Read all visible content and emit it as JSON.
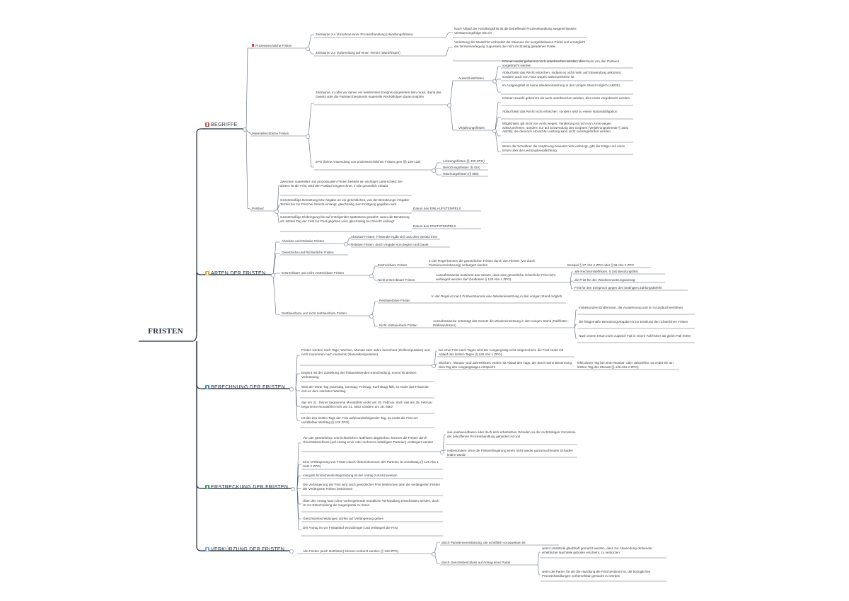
{
  "root": "FRISTEN",
  "colors": {
    "line": "#1f2e3d",
    "thin": "#556677",
    "begriffe": "#d94a3b",
    "arten": "#f0a030",
    "berechnung": "#4a86c8",
    "erstreckung": "#3aa055",
    "verkuerzung": "#7aa6d6"
  },
  "branches": {
    "begriffe": "BEGRIFFE",
    "arten": "ARTEN DER FRISTEN",
    "berechnung": "BERECHNUNG DER FRISTEN",
    "erstreckung": "ERSTRECKUNG DER FRISTEN",
    "verkuerzung": "VERKÜRZUNG DER FRISTEN"
  },
  "begriffe": {
    "prozess": "Prozessrechtliche Fristen",
    "p1": "Zeiträume zur Vornahme einer Prozesshandlung (Handlungsfristen)",
    "p1a": "Nach Ablauf der Handlungsfrist ist die betreffende Prozesshandlung ausgeschlossen: Versäumungsfolge tritt ein",
    "p2": "Zeiträume zur Vorbereitung auf einen Termin (Wartefristen)",
    "p2a": "Verletzung der Wartefrist verhindert die Säumnis der ausgebliebenen Partei und ermöglicht die Terminsverlegung zugunsten der nicht rechtzeitig geladenen Partei",
    "materiell": "Materiellrechtliche Fristen",
    "m1": "Zeiträume, in oder vor denen ein bestimmtes Ereignis eingetreten sein muss, damit das Gesetz oder die Parteien bestimmte materielle Rechtsfolgen daran knüpfen",
    "ausschluss": "Ausschlussfristen",
    "a1": "Können weder gehemmt noch unterbrochen werden; dies muss von den Parteien vorgebracht werden",
    "a2": "Ablauf lässt das Recht erlöschen, sodass es nicht mehr auf Einwendung ankommt, sondern auch von Amts wegen wahrzunehmen ist",
    "a3": "im Ausgangsfall ist keine Wiedereinsetzung in den vorigen Stand möglich (ABGB)",
    "verjaehrung": "Verjährungsfristen",
    "v1": "Können sowohl gehemmt als auch unterbrochen werden; dies muss vorgebracht werden",
    "v2": "Ablauf lässt das Recht nicht erlöschen, sondern wird zu einem Naturalobligation",
    "v3": "Möglichkeit, gilt nicht von Amts wegen; Verjährung ist nicht von Amts wegen wahrzunehmen, sondern nur auf Einwendung des Gegners (Verjährungseinrede § 1501 ABGB); die dennoch erbrachte Leistung kann nicht zurückgefordert werden",
    "v4": "Wenn der Schuldner die Verjährung bewusst nicht einbringt, gibt der Kläger auf einen Irrtum über die Leistungsverpflichtung",
    "zpo": "ZPO (keine Anwendung von prozessrechtlichen Fristen gem §§ 125-129)",
    "z1": "Leistungsfristen (§ 409 ZPO)",
    "z2": "Benützungsfristen (§ 434)",
    "z3": "Räumungsfristen (§ 580)",
    "postlauf": "Postlauf",
    "pl0": "Zwischen materieller und prozessualen Fristen besteht ein wichtiger Unterschied: bei diesen ist die Frist, wird der Postlauf eingerechnet, in die gesetzlich erlaubt",
    "pl1": "Gesetzmäßige Benützung bzw Abgabe an ein gerichtliches, von der Benützungs-/Abgabe-Termin bis zur Frist bei Gericht einlangt, gleichzeitig zum Postgang gegeben wird",
    "pl1a": "Datum des EINLAUFSTEMPELS",
    "pl2": "Gesetzmäßige Einbringung bis auf ersteigender spätestens gewahrt; wenn die Benützung am letzten Tag der Frist zur Post gegeben wird, gleichzeitig bei Gericht einlangt",
    "pl2a": "Datum des POSTSTEMPELS"
  },
  "arten": {
    "absolut": "Absolute und Relative Fristen",
    "ab1": "Absolute Fristen: Fristende ergibt sich aus dem Gesetz ihrer",
    "ab2": "Relative Fristen: durch Angabe von Beginn und Dauer",
    "gesetzlich": "Gesetzliche und Richterliche Fristen",
    "erstreckbar": "Erstreckbare und nicht erstreckbare Fristen",
    "e1": "Erstreckbare Fristen",
    "e1a": "In der Regel können die gesetzlichen Fristen durch den Richter (vor durch Parteienvereinbarung) verlängert werden",
    "e1b": "Beispiel § 37 Abs 2 ZPO oder § 83 Abs 2 ZPO",
    "e2": "Nicht erstreckbare Fristen",
    "e2a": "Ausnahmsweise bestimmt das Gesetz, dass eine gesetzliche richterliche Frist nicht verlängert werden darf (Notfristen § 128 Abs 1 ZPO)",
    "e2b": "alle Rechtsmittelfristen, § 180 Berufungsfrist",
    "e2c": "die Frist für den Wiedereinsetzungsantrag",
    "e2d": "Frist für den Einspruch gegen den bedingten Zahlungsbefehl",
    "restituierbar": "Restituierbare und nicht restituierbare Fristen",
    "r1": "Restituierbare Fristen",
    "r1a": "In der Regel ist nach Fristversäumnis eine Wiedereinsetzung in den vorigen Stand möglich",
    "r2": "Nicht restituierbare Fristen",
    "r2a": "Ausnahmsweise untersagt das Gesetz die Wiedereinsetzung in den vorigen Stand (Fallfristen - Präklusivfristen)",
    "r2b": "Insbesondere Endtermine, der Ausdehnung und im Grundbuchverfahren",
    "r2c": "die fristgemäße Benützung/Abgabe ist zur Erteilung der richterlichen Fristen",
    "r2d": "Nach einem Irrtum nicht zugleich Fall in einem Fall früher als gleich Fall früher"
  },
  "berechnung": {
    "b1": "Fristen werden nach Tage, Wochen, Monate oder Jahre berechnet (Zivilkomputation) und nicht momentan nach moments (Naturalkomputation)",
    "b1a": "bei einer Frist nach Tagen wird der Ausgangstag nicht mitgerechnet, die Frist endet mit Ablauf des letzten Tages (§ 125 Abs 1 ZPO)",
    "b1b": "Wochen-, Monats- und Jahresfristen enden mit Ablauf des Tags, der durch seine Benennung dem Tag des Ausgangstages entspricht",
    "b1c": "fehlt dieser Tag bei einer Monats- oder Jahresfrist, so endet sie am letzten Tag des Monats (§ 125 Abs 2 ZPO)",
    "b2": "beginnt mit der Zustellung des fristauslösenden Entscheidung, sonst mit dessen Verkündung",
    "b3": "Wird der letzte Tag (Samstag, Sonntag, Feiertag, Karfreitag) fällt, so endet das Fristende erst an dem nächsten Werktag",
    "b4": "das am 31. Jänner begonnene Monatsfrist endet am 28. Februar, doch das am 28. Februar begonnene Monatsfrist nicht am 31. März sondern am 28. März",
    "b5": "Ist das des letzten Tags der Frist aufeinanderfolgender Tag, so endet die Frist am unmittelbar Werktag (§ 126 ZPO)"
  },
  "erstreckung": {
    "s1": "Von der gesetzlichen und richterlichen Notfristen abgesehen, können die Fristen durch Gerichtsbeschluss (auf Antrag einer oder mehreren beteiligten Parteien) verlängert werden",
    "s1a": "aus unabwendbaren oder doch sehr erheblichen Gründen an der rechtzeitigen Vornahme der betroffenen Prozesshandlung gehindert ist und",
    "s1b": "insbesondere ohne die Fristverlängerung einen nicht wieder gutzumachenden Schaden leiden würde",
    "s2": "Eine Verlängerung von Fristen durch Übereinkommen der Parteien ist unzulässig (§ 128 Abs 1 Satz 2 ZPO)",
    "s3": "mangels hinreichende Begründung ist der Antrag zurückzuweisen",
    "s4": "Die Verlängerung der Frist wird nach gesetzlicher Frist bestimmen dem die verlängerten Fristen der Verlängerte Fristen bestimmen",
    "s5": "Über den Antrag kann ohne vorhergehende mündliche Verhandlung entschieden werden, doch ist vor Entscheidung die Gegenpartei zu hören",
    "s6": "Gerichtsentscheidungen dürfen auf Verlängerung geben",
    "s7": "Der Antrag ist vor Fristablauf einzubringen und verlängert die Frist"
  },
  "verkuerzung": {
    "k1": "Alle Fristen (auch Notfristen) können verkürzt werden (§ 129 ZPO)",
    "k1a": "durch Parteienvereinbarung, die schriftlich vorzuweisen ist",
    "k1b": "durch Gerichtsbeschluss auf Antrag einer Partei",
    "k1c": "wenn Umstände glaubhaft gemacht werden, dass zur Abwendung drohender erheblicher Nachteile geboten erscheint, zu verkürzen",
    "k1d": "wenn die Partei, für die die Handlung die Frist bestimmt ist, die bezüglichen Prozesshandlungen vorhersehbar gemacht zu werden"
  }
}
